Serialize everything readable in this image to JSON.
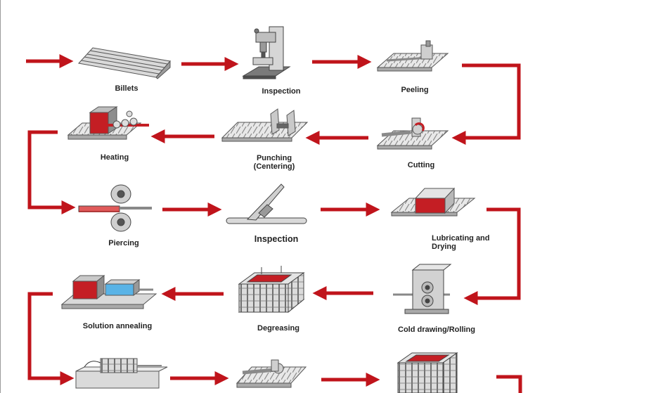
{
  "colors": {
    "arrow": "#c0141b",
    "machine_light": "#e2e2e2",
    "machine_dark": "#6e6e6e",
    "accent_red": "#c41e24",
    "accent_blue": "#59b3e6"
  },
  "steps": [
    {
      "id": "billets",
      "label": "Billets"
    },
    {
      "id": "inspection-1",
      "label": "Inspection"
    },
    {
      "id": "peeling",
      "label": "Peeling"
    },
    {
      "id": "cutting",
      "label": "Cutting"
    },
    {
      "id": "punching",
      "label": "Punching"
    },
    {
      "id": "centering",
      "label": "(Centering)"
    },
    {
      "id": "heating",
      "label": "Heating"
    },
    {
      "id": "piercing",
      "label": "Piercing"
    },
    {
      "id": "inspection-2",
      "label": "Inspection"
    },
    {
      "id": "lubricating",
      "label": "Lubricating and"
    },
    {
      "id": "drying",
      "label": "Drying"
    },
    {
      "id": "cold-drawing",
      "label": "Cold drawing/Rolling"
    },
    {
      "id": "degreasing",
      "label": "Degreasing"
    },
    {
      "id": "solution-annealing",
      "label": "Solution annealing"
    }
  ]
}
